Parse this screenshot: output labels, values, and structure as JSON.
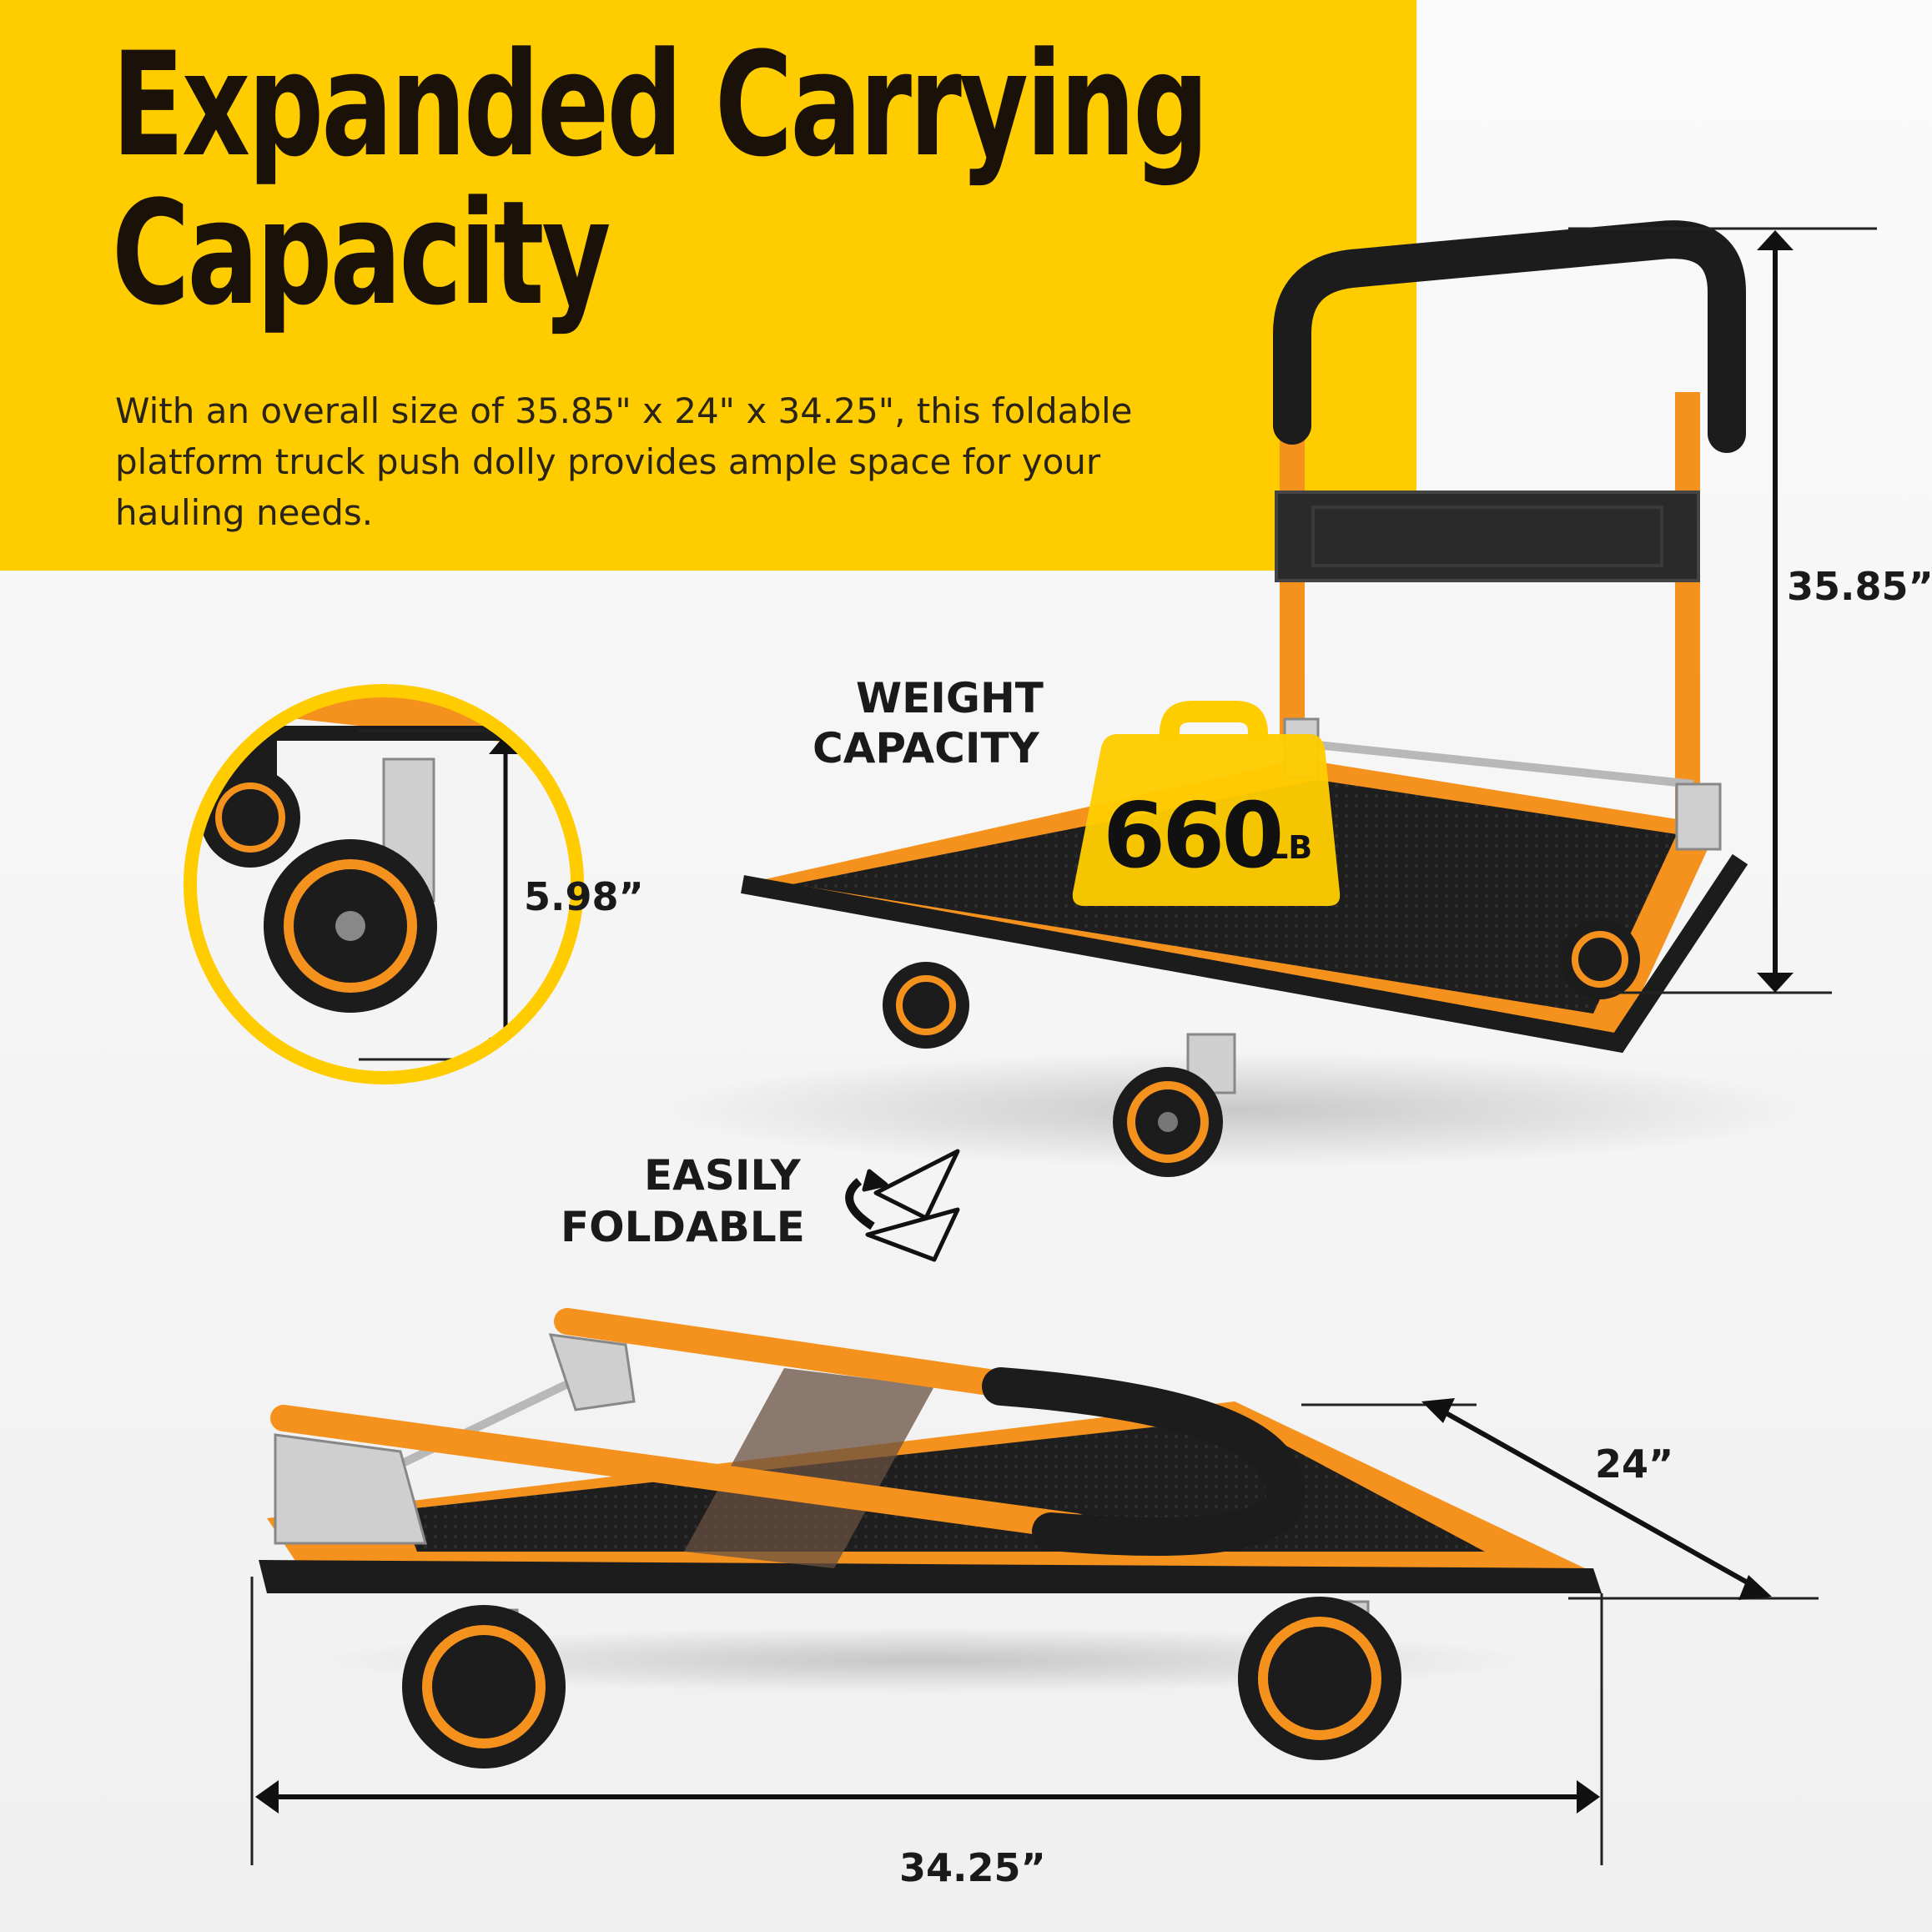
{
  "headline": {
    "line1": "Expanded Carrying",
    "line2": "Capacity"
  },
  "description": "With an overall size of 35.85\" x 24\" x 34.25\", this foldable platform truck push dolly provides ample space for your hauling needs.",
  "dimensions": {
    "height": "35.85”",
    "width": "24”",
    "length": "34.25”",
    "caster_height": "5.98”"
  },
  "weight_badge": {
    "line1": "WEIGHT",
    "line2": "CAPACITY",
    "value": "660",
    "unit": "LB"
  },
  "fold_label": {
    "line1": "EASILY",
    "line2": "FOLDABLE"
  },
  "colors": {
    "banner": "#ffcc00",
    "frame_orange": "#f5921e",
    "deck_black": "#1c1c1c",
    "text_dark": "#1a1108"
  }
}
